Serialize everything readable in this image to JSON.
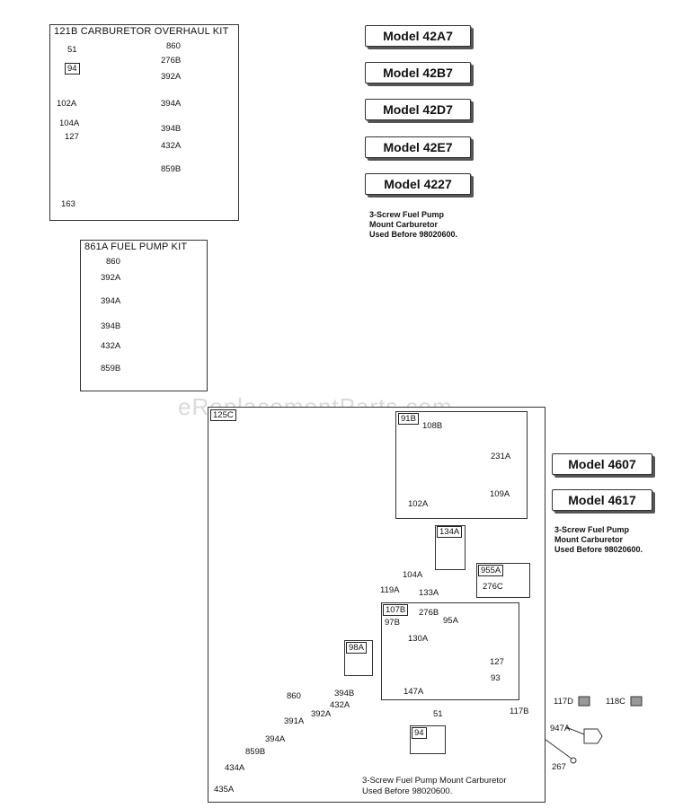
{
  "watermark": "eReplacementParts.com",
  "kits": {
    "carb_overhaul": {
      "title": "121B CARBURETOR OVERHAUL KIT",
      "parts": {
        "p51": "51",
        "p94": "94",
        "p102A": "102A",
        "p104A": "104A",
        "p127": "127",
        "p163": "163",
        "p860": "860",
        "p276B": "276B",
        "p392A": "392A",
        "p394A": "394A",
        "p394B": "394B",
        "p432A": "432A",
        "p859B": "859B"
      }
    },
    "fuel_pump": {
      "title": "861A FUEL PUMP KIT",
      "parts": {
        "p860": "860",
        "p392A": "392A",
        "p394A": "394A",
        "p394B": "394B",
        "p432A": "432A",
        "p859B": "859B"
      }
    }
  },
  "models_top": [
    "Model 42A7",
    "Model 42B7",
    "Model 42D7",
    "Model 42E7",
    "Model 4227"
  ],
  "models_right": [
    "Model 4607",
    "Model 4617"
  ],
  "note_lines": [
    "3-Screw Fuel Pump",
    "Mount Carburetor",
    "Used Before 98020600."
  ],
  "assembly": {
    "tag": "125C",
    "sub_91B": {
      "tag": "91B",
      "parts": {
        "p108B": "108B",
        "p231A": "231A",
        "p102A": "102A",
        "p109A": "109A"
      }
    },
    "sub_134A": {
      "tag": "134A"
    },
    "sub_955A": {
      "tag": "955A",
      "p276C": "276C"
    },
    "sub_107B": {
      "tag": "107B",
      "parts": {
        "p97B": "97B",
        "p276B": "276B",
        "p95A": "95A",
        "p130A": "130A",
        "p127": "127",
        "p93": "93",
        "p147A": "147A"
      }
    },
    "sub_98A": {
      "tag": "98A"
    },
    "sub_94": {
      "tag": "94"
    },
    "parts": {
      "p104A": "104A",
      "p119A": "119A",
      "p133A": "133A",
      "p860": "860",
      "p394B": "394B",
      "p432A": "432A",
      "p392A": "392A",
      "p391A": "391A",
      "p394A": "394A",
      "p859B": "859B",
      "p434A": "434A",
      "p435A": "435A",
      "p51": "51",
      "p117B": "117B"
    },
    "bottom_note": [
      "3-Screw Fuel Pump Mount Carburetor",
      "Used Before 98020600."
    ]
  },
  "outside_parts": {
    "p117D": "117D",
    "p118C": "118C",
    "p947A": "947A",
    "p267": "267"
  }
}
